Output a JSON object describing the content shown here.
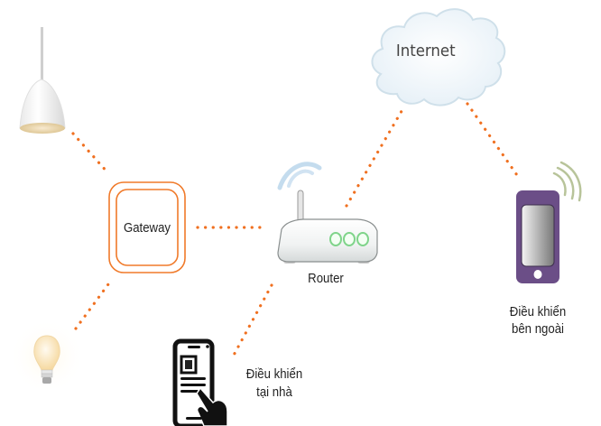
{
  "diagram": {
    "nodes": {
      "internet": {
        "label": "Internet"
      },
      "gateway": {
        "label": "Gateway"
      },
      "router": {
        "label": "Router"
      },
      "remote_phone": {
        "label_line1": "Điều khiển",
        "label_line2": "bên ngoài"
      },
      "home_phone": {
        "label_line1": "Điều khiển",
        "label_line2": "tại nhà"
      },
      "pendant_lamp": {
        "label": ""
      },
      "light_bulb": {
        "label": ""
      }
    },
    "connections": [
      {
        "from": "pendant_lamp",
        "to": "gateway",
        "style": "dotted"
      },
      {
        "from": "light_bulb",
        "to": "gateway",
        "style": "dotted"
      },
      {
        "from": "gateway",
        "to": "router",
        "style": "dotted"
      },
      {
        "from": "router",
        "to": "internet",
        "style": "dotted"
      },
      {
        "from": "internet",
        "to": "remote_phone",
        "style": "dotted"
      },
      {
        "from": "router",
        "to": "home_phone",
        "style": "dotted"
      }
    ],
    "colors": {
      "connector": "#f07020",
      "gateway_border": "#f07a2a",
      "remote_phone": "#6b4e87",
      "router_led": "#7fd48a",
      "cloud": "#eef5fa"
    }
  }
}
